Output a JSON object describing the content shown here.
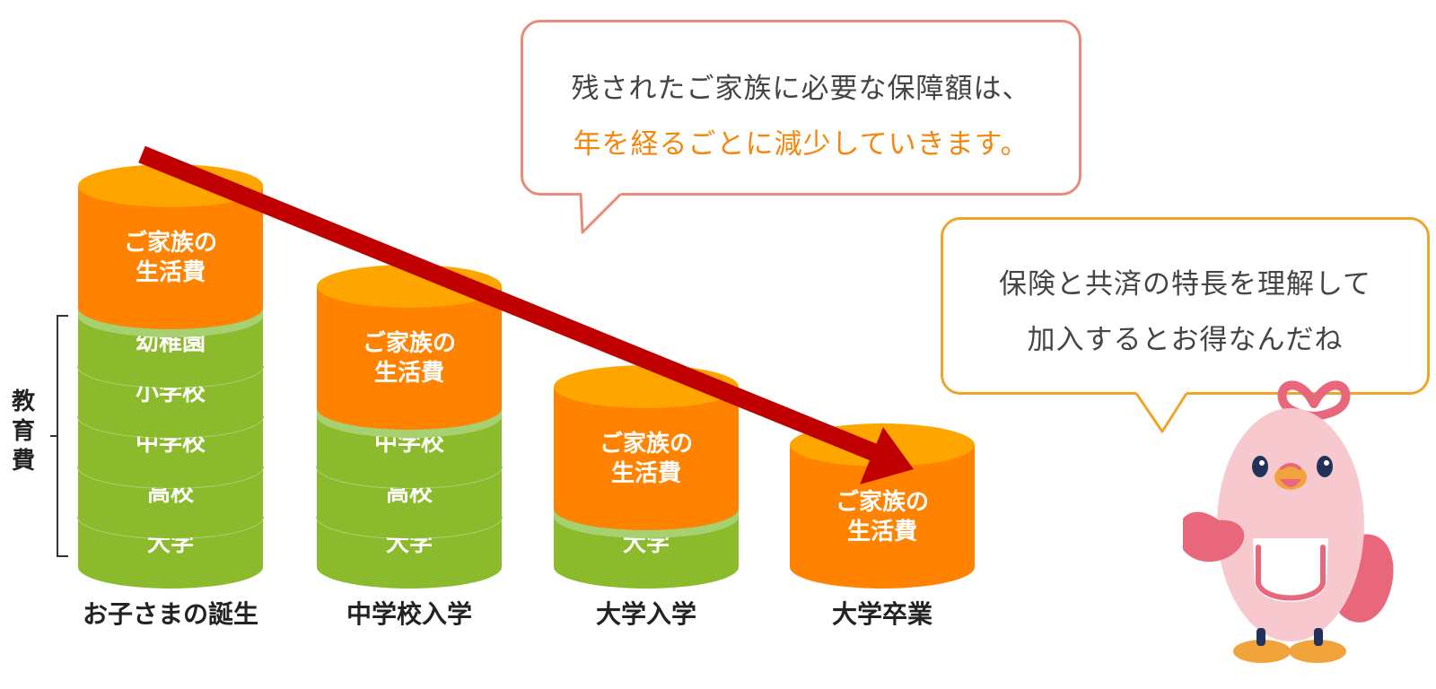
{
  "bubble_top": {
    "line1": "残されたご家族に必要な保障額は、",
    "line2": "年を経るごとに減少していきます。"
  },
  "bubble_right": {
    "line1": "保険と共済の特長を理解して",
    "line2": "加入するとお得なんだね"
  },
  "bracket_label": "教育費",
  "colors": {
    "living": "#ff8200",
    "living_top": "#ffa500",
    "education": "#8bba2c",
    "education_light": "#a7d070",
    "arrow": "#c00000",
    "bubble_top_border": "#ea8b78",
    "bubble_top_highlight": "#f3870f",
    "bubble_right_border": "#eea52a"
  },
  "stacks": [
    {
      "label": "お子さまの誕生",
      "education": [
        "幼稚園",
        "小学校",
        "中学校",
        "高校",
        "大学"
      ],
      "living": "ご家族の\n生活費"
    },
    {
      "label": "中学校入学",
      "education": [
        "中学校",
        "高校",
        "大学"
      ],
      "living": "ご家族の\n生活費"
    },
    {
      "label": "大学入学",
      "education": [
        "大学"
      ],
      "living": "ご家族の\n生活費"
    },
    {
      "label": "大学卒業",
      "education": [],
      "living": "ご家族の\n生活費"
    }
  ]
}
